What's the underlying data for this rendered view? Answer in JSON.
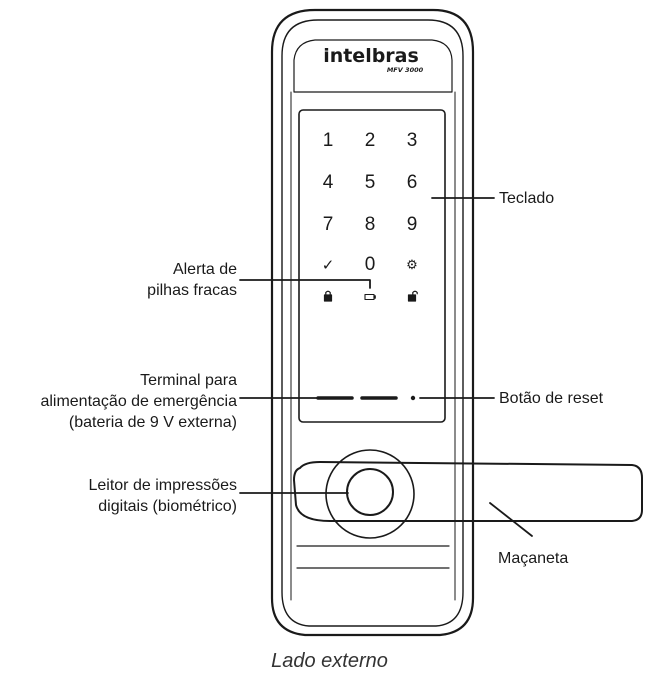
{
  "device": {
    "brand": "intelbras",
    "model": "MFV 3000",
    "keypad": [
      [
        "1",
        "2",
        "3"
      ],
      [
        "4",
        "5",
        "6"
      ],
      [
        "7",
        "8",
        "9"
      ],
      [
        "✓",
        "0",
        "⚙"
      ]
    ]
  },
  "callouts": {
    "teclado": "Teclado",
    "alerta": [
      "Alerta de",
      "pilhas fracas"
    ],
    "terminal": [
      "Terminal para",
      "alimentação de emergência",
      "(bateria de 9 V externa)"
    ],
    "reset": "Botão de reset",
    "leitor": [
      "Leitor de impressões",
      "digitais (biométrico)"
    ],
    "macaneta": "Maçaneta"
  },
  "caption": "Lado externo"
}
